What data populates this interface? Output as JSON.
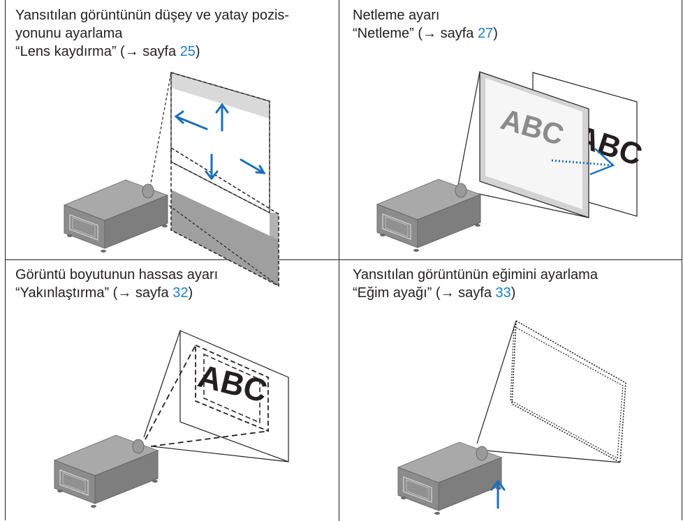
{
  "panels": [
    {
      "title_line1": "Yansıtılan görüntünün düşey ve yatay pozis-",
      "title_line2": "yonunu ayarlama",
      "link_text": "“Lens kaydırma” (→ sayfa ",
      "link_page": "25",
      "link_close": ")",
      "illustration": "projector-lens-shift"
    },
    {
      "title_line1": "Netleme ayarı",
      "link_text": "“Netleme” (→ sayfa ",
      "link_page": "27",
      "link_close": ")",
      "screen_text": "ABC",
      "illustration": "projector-focus"
    },
    {
      "title_line1": "Görüntü boyutunun hassas ayarı",
      "link_text": "“Yakınlaştırma” (→ sayfa ",
      "link_page": "32",
      "link_close": ")",
      "screen_text": "ABC",
      "illustration": "projector-zoom"
    },
    {
      "title_line1": "Yansıtılan görüntünün eğimini ayarlama",
      "link_text": "“Eğim ayağı” (→ sayfa ",
      "link_page": "33",
      "link_close": ")",
      "illustration": "projector-tilt-foot"
    }
  ],
  "colors": {
    "text": "#231f20",
    "link": "#1a7ec2",
    "arrow": "#1a6fb8",
    "projector": "#8a8a8a"
  }
}
